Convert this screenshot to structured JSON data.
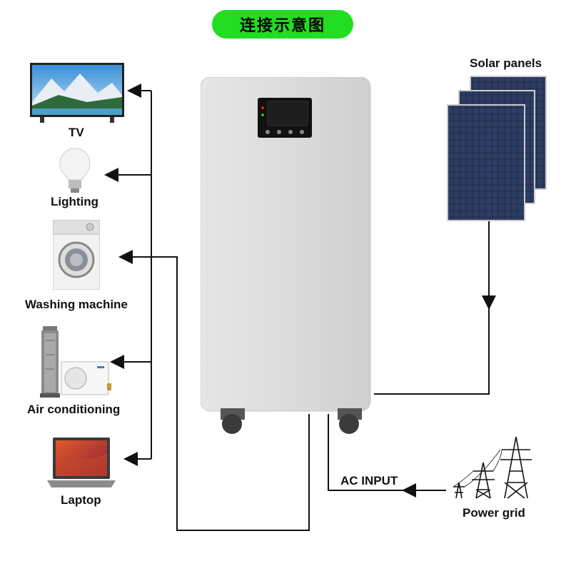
{
  "title": "连接示意图",
  "appliances": {
    "tv": "TV",
    "lighting": "Lighting",
    "washing_machine": "Washing machine",
    "air_conditioning": "Air conditioning",
    "laptop": "Laptop"
  },
  "sources": {
    "solar_panels": "Solar panels",
    "power_grid": "Power grid",
    "ac_input": "AC INPUT"
  },
  "colors": {
    "title_bg": "#22dd22",
    "unit_body": "#dcdcdc",
    "wire": "#111111"
  },
  "icons": [
    "tv-icon",
    "light-bulb-icon",
    "washing-machine-icon",
    "air-conditioner-icon",
    "laptop-icon",
    "solar-panel-icon",
    "power-tower-icon",
    "display-screen-icon"
  ]
}
